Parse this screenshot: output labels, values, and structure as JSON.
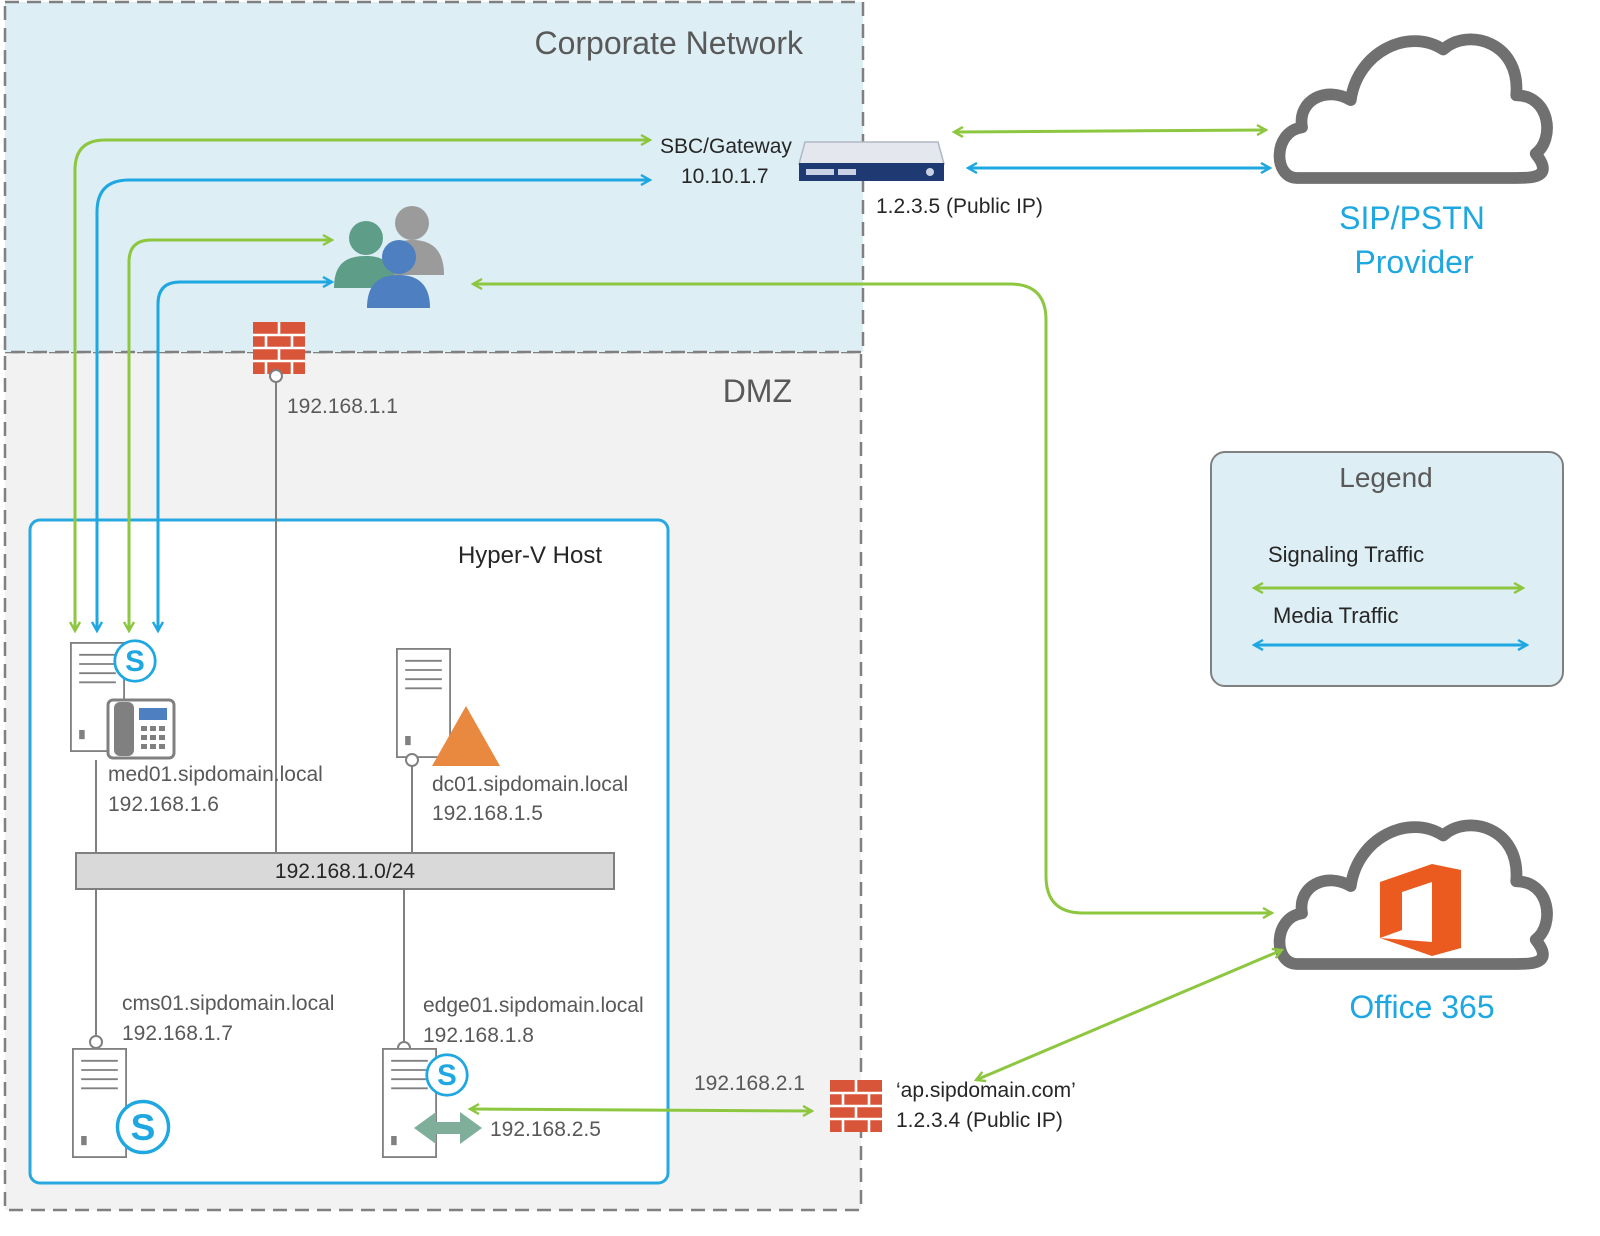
{
  "zones": {
    "corporate": "Corporate Network",
    "dmz": "DMZ",
    "hyperv": "Hyper-V Host"
  },
  "sbc": {
    "name": "SBC/Gateway",
    "internal_ip": "10.10.1.7",
    "public_ip": "1.2.3.5 (Public IP)"
  },
  "clouds": {
    "sip_line1": "SIP/PSTN",
    "sip_line2": "Provider",
    "office": "Office 365"
  },
  "firewall_internal": {
    "ip": "192.168.1.1"
  },
  "firewall_external": {
    "inside_ip": "192.168.2.1",
    "fqdn": "‘ap.sipdomain.com’",
    "public_ip": "1.2.3.4 (Public IP)"
  },
  "servers": {
    "med01": {
      "fqdn": "med01.sipdomain.local",
      "ip": "192.168.1.6"
    },
    "dc01": {
      "fqdn": "dc01.sipdomain.local",
      "ip": "192.168.1.5"
    },
    "cms01": {
      "fqdn": "cms01.sipdomain.local",
      "ip": "192.168.1.7"
    },
    "edge01": {
      "fqdn": "edge01.sipdomain.local",
      "ip": "192.168.1.8",
      "external_ip": "192.168.2.5"
    }
  },
  "subnet": "192.168.1.0/24",
  "legend": {
    "title": "Legend",
    "signaling": "Signaling Traffic",
    "media": "Media Traffic"
  },
  "colors": {
    "signaling": "#8DC63F",
    "media": "#1EA7E1",
    "corporate_bg": "#DDEEF4",
    "dmz_bg": "#F2F2F2",
    "hyperv_border": "#29A8E0",
    "firewall": "#D9553A",
    "office_logo": "#EB5A1E",
    "cloud_text": "#1EA7E1"
  },
  "icons": [
    "users-icon",
    "firewall-icon",
    "server-icon",
    "skype-icon",
    "phone-icon",
    "warning-icon",
    "cloud-icon",
    "office-logo-icon",
    "appliance-icon"
  ]
}
